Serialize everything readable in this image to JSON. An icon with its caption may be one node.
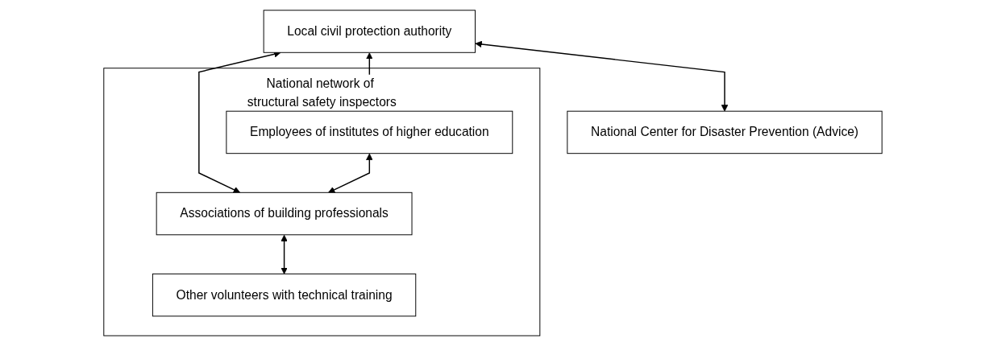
{
  "diagram": {
    "nodes": [
      {
        "text": [
          "Local civil protection authority"
        ]
      },
      {
        "text": [
          "National Center for Disaster Prevention (Advice)"
        ]
      },
      {
        "text": [
          "National network of structural safety inspectors"
        ]
      },
      {
        "text": [
          "Employees of institutes of higher education"
        ],
        "in": 2
      },
      {
        "text": [
          "Associations of building professionals"
        ],
        "in": 2
      },
      {
        "text": [
          "Other volunteers with technical training"
        ],
        "in": 2
      }
    ],
    "edges": [
      {
        "from": 0,
        "to": 1,
        "arrow": "both"
      },
      {
        "from": 0,
        "to": 3,
        "arrow": "both"
      },
      {
        "from": 0,
        "to": 4,
        "arrow": "both"
      },
      {
        "from": 3,
        "to": 4,
        "arrow": "both"
      },
      {
        "from": 4,
        "to": 5,
        "arrow": "both"
      }
    ]
  }
}
